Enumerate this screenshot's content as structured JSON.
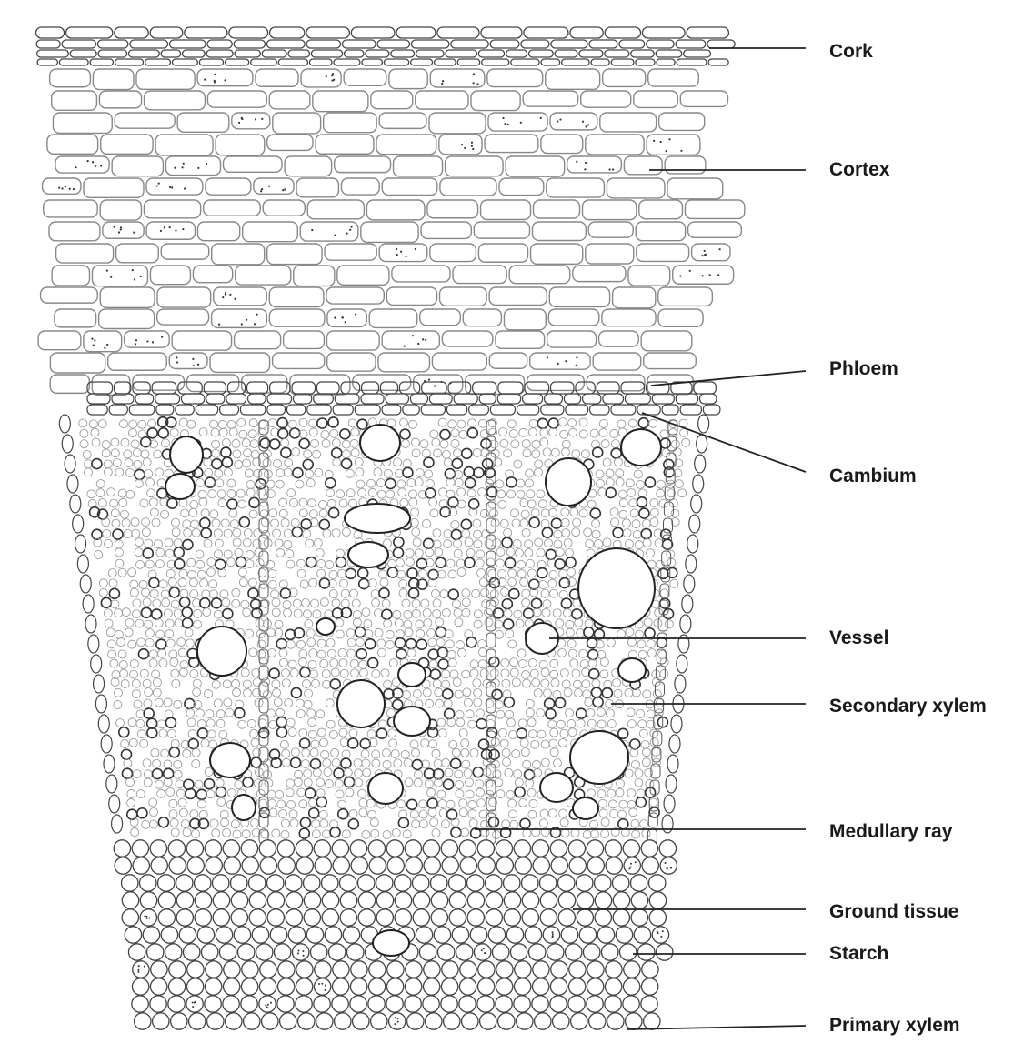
{
  "diagram": {
    "labels": [
      {
        "id": "cork",
        "text": "Cork"
      },
      {
        "id": "cortex",
        "text": "Cortex"
      },
      {
        "id": "phloem",
        "text": "Phloem"
      },
      {
        "id": "cambium",
        "text": "Cambium"
      },
      {
        "id": "vessel",
        "text": "Vessel"
      },
      {
        "id": "secondary-xylem",
        "text": "Secondary xylem"
      },
      {
        "id": "medullary-ray",
        "text": "Medullary ray"
      },
      {
        "id": "ground-tissue",
        "text": "Ground tissue"
      },
      {
        "id": "starch",
        "text": "Starch"
      },
      {
        "id": "primary-xylem",
        "text": "Primary xylem"
      }
    ]
  },
  "colors": {
    "line": "#222222",
    "cell_outline": "#444444",
    "cortex_cell": "#888888",
    "background": "#ffffff"
  }
}
